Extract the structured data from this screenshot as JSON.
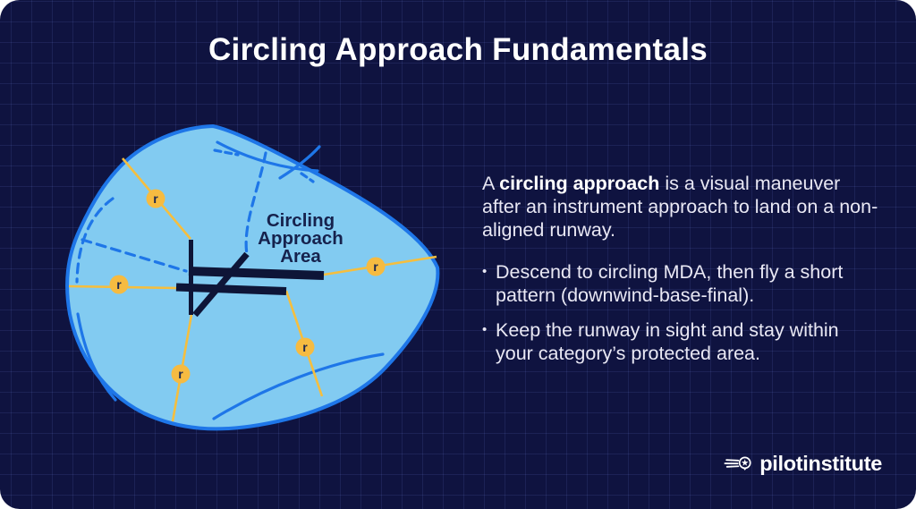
{
  "title": "Circling Approach Fundamentals",
  "diagram": {
    "area_label_lines": [
      "Circling",
      "Approach",
      "Area"
    ],
    "radius_label": "r",
    "colors": {
      "card_background": "#0f1340",
      "grid_line": "#2a3260",
      "area_fill": "#82cbf1",
      "area_stroke": "#1e76e8",
      "runway": "#0e1537",
      "radius_line": "#f5be3e",
      "marker_fill": "#f6bb41",
      "label_text": "#16224d"
    }
  },
  "content": {
    "intro_prefix": "A ",
    "intro_bold": "circling approach",
    "intro_rest": " is a visual maneuver after an instrument approach to land on a non-aligned runway.",
    "bullet_glyph": "•",
    "bullets": [
      "Descend to circling MDA, then fly a short pattern (downwind-base-final).",
      "Keep the runway in sight and stay within your category’s protected area."
    ],
    "text_color": "#e9e8f4",
    "title_color": "#ffffff"
  },
  "footer": {
    "brand": "pilotinstitute"
  }
}
